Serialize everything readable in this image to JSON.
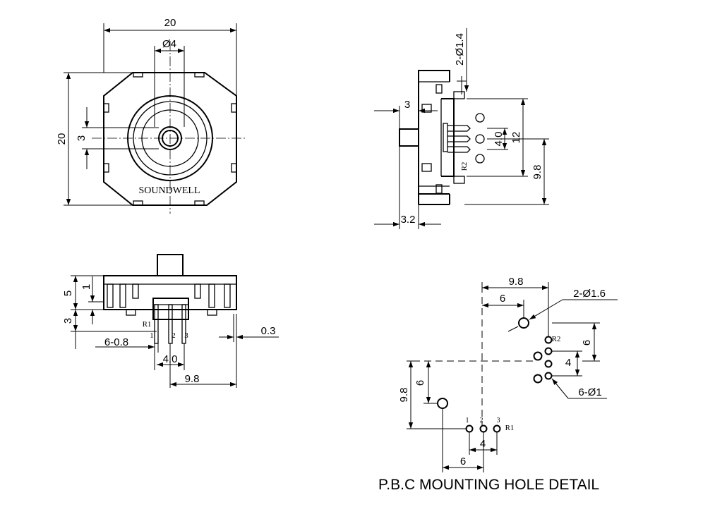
{
  "brand": "SOUNDWELL",
  "title": "P.B.C MOUNTING HOLE DETAIL",
  "top_view": {
    "width": "20",
    "height": "20",
    "shaft_dia": "Ø4",
    "shaft_flat": "3"
  },
  "side_view": {
    "hole_spec": "2-Ø1.4",
    "depth": "3",
    "base": "3.2",
    "pin_span": "4.0",
    "height_12": "12",
    "height_98": "9.8",
    "label_r2": "R2"
  },
  "front_view": {
    "dim_5": "5",
    "dim_1": "1",
    "dim_3": "3",
    "pin_width": "6-0.8",
    "pin_pitch": "4.0",
    "offset": "9.8",
    "thickness": "0.3",
    "label_r1": "R1",
    "pin1": "1",
    "pin2": "2",
    "pin3": "3"
  },
  "pcb_detail": {
    "dim_top_98": "9.8",
    "dim_top_6": "6",
    "big_holes": "2-Ø1.6",
    "small_holes": "6-Ø1",
    "dim_right_6": "6",
    "dim_right_4": "4",
    "dim_left_98": "9.8",
    "dim_left_6": "6",
    "dim_bot_4": "4",
    "dim_bot_6": "6",
    "label_r1": "R1",
    "label_r2": "R2",
    "pin1": "1",
    "pin2": "2",
    "pin3": "3"
  }
}
